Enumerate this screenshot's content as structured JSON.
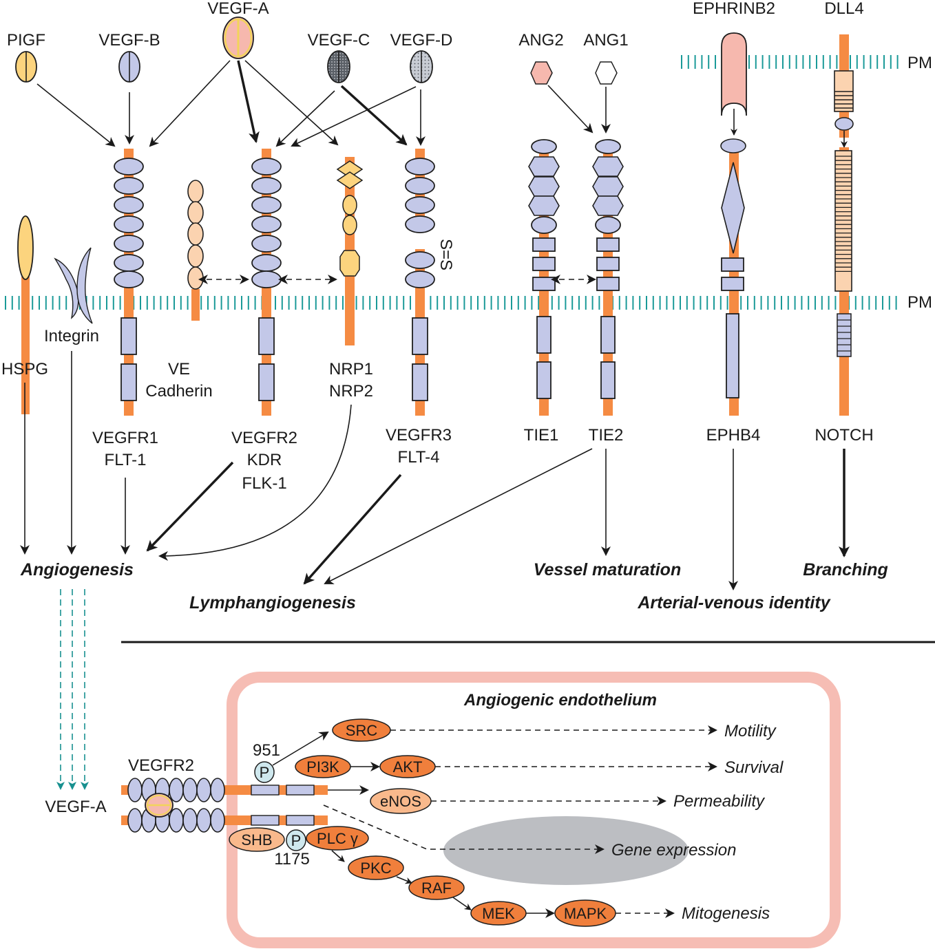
{
  "ligands": {
    "pigf": "PIGF",
    "vegf_b": "VEGF-B",
    "vegf_a": "VEGF-A",
    "vegf_c": "VEGF-C",
    "vegf_d": "VEGF-D",
    "ang2": "ANG2",
    "ang1": "ANG1",
    "ephrinb2": "EPHRINB2",
    "dll4": "DLL4"
  },
  "membrane_label": "PM",
  "receptors": {
    "hspg": "HSPG",
    "integrin": "Integrin",
    "ve_cadherin": [
      "VE",
      "Cadherin"
    ],
    "vegfr1": [
      "VEGFR1",
      "FLT-1"
    ],
    "vegfr2": [
      "VEGFR2",
      "KDR",
      "FLK-1"
    ],
    "nrp": [
      "NRP1",
      "NRP2"
    ],
    "vegfr3": [
      "VEGFR3",
      "FLT-4"
    ],
    "tie1": "TIE1",
    "tie2": "TIE2",
    "ephb4": "EPHB4",
    "notch": "NOTCH",
    "disulfide": "S=S"
  },
  "outcomes": {
    "angiogenesis": "Angiogenesis",
    "lymphangiogenesis": "Lymphangiogenesis",
    "vessel_maturation": "Vessel maturation",
    "arterial_venous": "Arterial-venous identity",
    "branching": "Branching"
  },
  "signaling": {
    "box_title": "Angiogenic endothelium",
    "receptor_label": "VEGFR2",
    "ligand_label": "VEGF-A",
    "site_951": "951",
    "site_1175": "1175",
    "phospho": "P",
    "molecules": {
      "src": "SRC",
      "pi3k": "PI3K",
      "akt": "AKT",
      "enos": "eNOS",
      "shb": "SHB",
      "plcg": "PLC γ",
      "pkc": "PKC",
      "raf": "RAF",
      "mek": "MEK",
      "mapk": "MAPK"
    },
    "effects": {
      "motility": "Motility",
      "survival": "Survival",
      "permeability": "Permeability",
      "gene_expression": "Gene expression",
      "mitogenesis": "Mitogenesis"
    }
  },
  "colors": {
    "stem": "#f58b43",
    "domain": "#c3c8e8",
    "membrane": "#1a9a98",
    "pigf": "#fcd47e",
    "vegf_a": "#f6b8ae",
    "ang2": "#f6b8ae",
    "cadherin": "#fbd3b0",
    "nrp": "#fcd47e",
    "kinase_dark": "#f07f3c",
    "kinase_light": "#f9b98c",
    "phospho": "#cfe8ee",
    "box_border": "#f6bdb4",
    "nucleus": "#bcbec2"
  }
}
